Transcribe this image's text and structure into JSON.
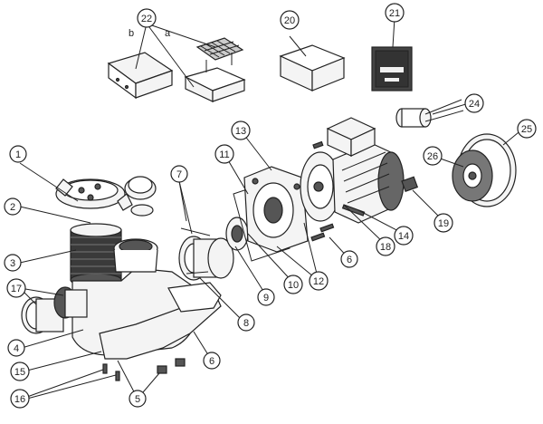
{
  "callouts": [
    {
      "id": "c1",
      "label": "1"
    },
    {
      "id": "c2",
      "label": "2"
    },
    {
      "id": "c3",
      "label": "3"
    },
    {
      "id": "c4",
      "label": "4"
    },
    {
      "id": "c5",
      "label": "5"
    },
    {
      "id": "c6a",
      "label": "6"
    },
    {
      "id": "c6b",
      "label": "6"
    },
    {
      "id": "c7",
      "label": "7"
    },
    {
      "id": "c8",
      "label": "8"
    },
    {
      "id": "c9",
      "label": "9"
    },
    {
      "id": "c10",
      "label": "10"
    },
    {
      "id": "c11",
      "label": "11"
    },
    {
      "id": "c12",
      "label": "12"
    },
    {
      "id": "c13",
      "label": "13"
    },
    {
      "id": "c14",
      "label": "14"
    },
    {
      "id": "c15",
      "label": "15"
    },
    {
      "id": "c16",
      "label": "16"
    },
    {
      "id": "c17",
      "label": "17"
    },
    {
      "id": "c18",
      "label": "18"
    },
    {
      "id": "c19",
      "label": "19"
    },
    {
      "id": "c20",
      "label": "20"
    },
    {
      "id": "c21",
      "label": "21"
    },
    {
      "id": "c22",
      "label": "22"
    },
    {
      "id": "c24",
      "label": "24"
    },
    {
      "id": "c25",
      "label": "25"
    },
    {
      "id": "c26",
      "label": "26"
    }
  ],
  "letters": {
    "a": "a",
    "b": "b"
  }
}
